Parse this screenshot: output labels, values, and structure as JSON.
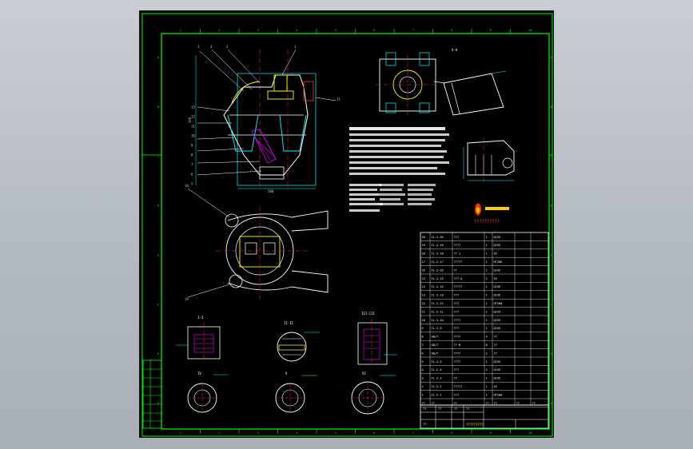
{
  "zones_top": [
    "1",
    "2",
    "3",
    "4",
    "5",
    "6",
    "7",
    "8",
    "9",
    "10"
  ],
  "zones_bottom": [
    "1",
    "2",
    "3",
    "4",
    "5",
    "6",
    "7",
    "8",
    "9",
    "10"
  ],
  "zones_left": [
    "A",
    "B",
    "C",
    "D",
    "E",
    "F",
    "G",
    "H"
  ],
  "zones_right": [
    "A",
    "B",
    "C",
    "D",
    "E",
    "F",
    "G",
    "H"
  ],
  "balloons_left": [
    "13",
    "12",
    "11",
    "10",
    "9",
    "8",
    "7",
    "6",
    "5"
  ],
  "balloons_top": [
    "3",
    "4",
    "2",
    "1"
  ],
  "view_labels": {
    "top_right": "A-A",
    "section_1": "I-I",
    "section_2": "II-II",
    "section_3": "III-III",
    "bottom_1": "IV",
    "bottom_2": "V",
    "bottom_3": "VI"
  },
  "dimensions": {
    "width_main": "500",
    "height_main": "300",
    "ref_17": "17",
    "ref_18": "18",
    "ref_19": "19"
  },
  "logo_text": "??????????",
  "bom_rows": [
    [
      "20",
      "YL-2-20",
      "???",
      "1",
      "Q235"
    ],
    [
      "19",
      "YL-2-19",
      "????",
      "1",
      "Q235"
    ],
    [
      "18",
      "YL-2-18",
      "?? 1",
      "1",
      "45"
    ],
    [
      "17",
      "YL-2-17",
      "?????",
      "1",
      "HT200"
    ],
    [
      "16",
      "YL-2-16",
      "??",
      "1",
      "Q235"
    ],
    [
      "15",
      "YL-2-15",
      "??? A",
      "2",
      "45"
    ],
    [
      "14",
      "YL-2-14",
      "?????",
      "1",
      "Q235"
    ],
    [
      "13",
      "YL-2-13",
      "???",
      "1",
      "Q235"
    ],
    [
      "12",
      "YL-2-12",
      "???",
      "1",
      "HT200"
    ],
    [
      "11",
      "YL-2-11",
      "???",
      "1",
      "Q235"
    ],
    [
      "10",
      "YL-2-10",
      "????",
      "1",
      "Q235"
    ],
    [
      "9",
      "YL-2-9",
      "???",
      "1",
      "Q235"
    ],
    [
      "8",
      "GB/T",
      "????",
      "4",
      "??"
    ],
    [
      "7",
      "GB/T",
      "?? M",
      "8",
      "??"
    ],
    [
      "6",
      "GB/T",
      "????",
      "2",
      "??"
    ],
    [
      "5",
      "YL-2-5",
      "????",
      "1",
      "Q235"
    ],
    [
      "4",
      "YL-2-4",
      "???",
      "2",
      "Q235"
    ],
    [
      "3",
      "YL-2-3",
      "??",
      "1",
      "Q235"
    ],
    [
      "2",
      "YL-2-2",
      "?????",
      "1",
      "45"
    ],
    [
      "1",
      "YL-2-1",
      "???",
      "1",
      "HT200"
    ]
  ],
  "bom_header": [
    "??",
    "??",
    "??",
    "??",
    "??",
    "??",
    "??"
  ],
  "title_block": {
    "label_1": "??",
    "label_2": "??",
    "label_3": "??",
    "label_4": "??",
    "label_5": "??",
    "title": "?????????"
  },
  "colors": {
    "frame": "#00ff00",
    "geometry": "#ffffff",
    "centerline": "#ff3333",
    "hatch": "#ff00ff",
    "dim": "#00ffff",
    "accent": "#ffff00"
  }
}
